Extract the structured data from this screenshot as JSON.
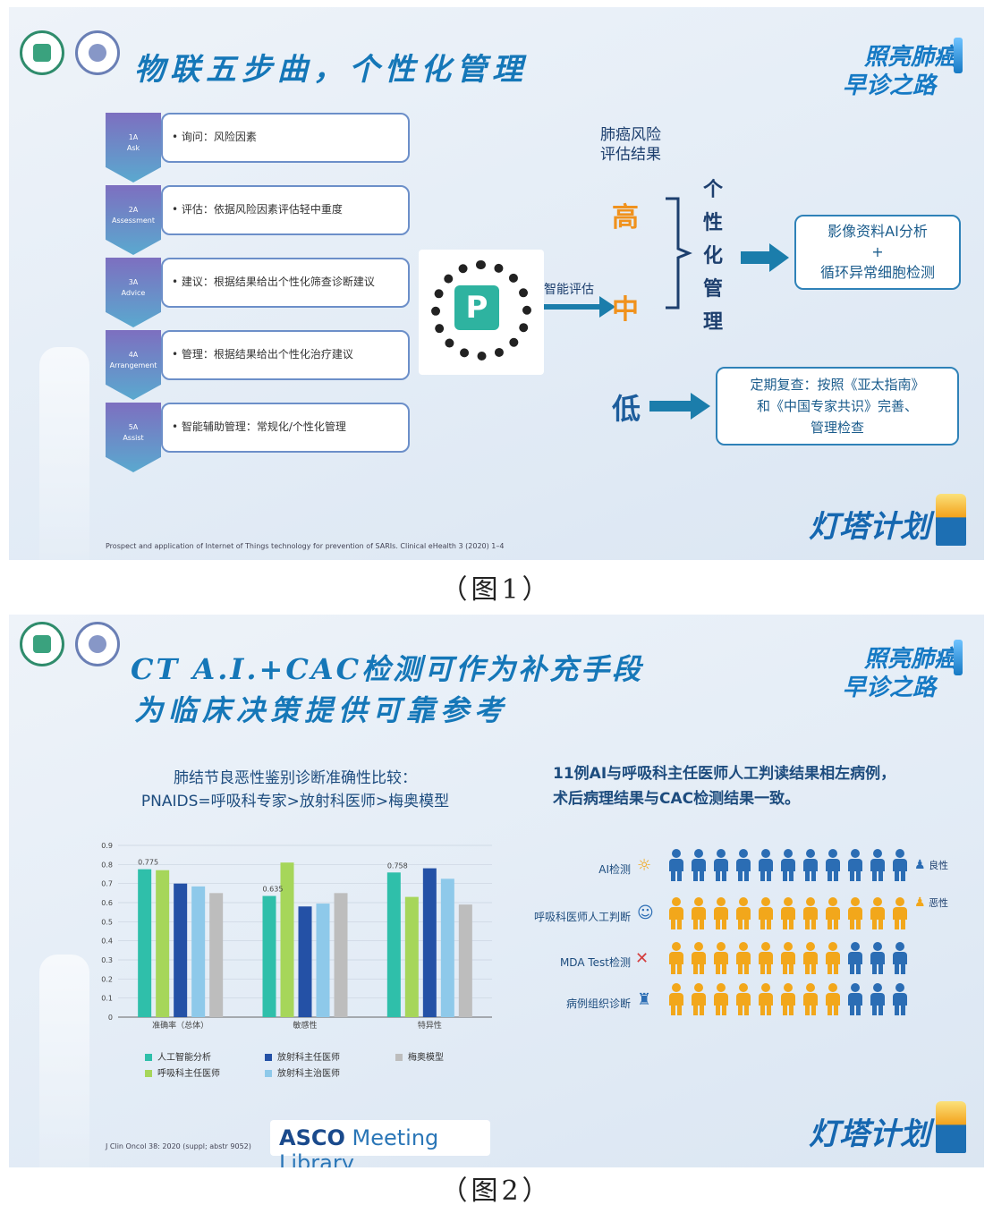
{
  "figure1": {
    "caption": "（图1）",
    "title": "物联五步曲，个性化管理",
    "brand_top_line1": "照亮肺癌",
    "brand_top_line2": "早诊之路",
    "brand_bottom": "灯塔计划",
    "steps": [
      {
        "code": "1A",
        "name": "Ask",
        "text": "• 询问：风险因素"
      },
      {
        "code": "2A",
        "name": "Assessment",
        "text": "• 评估：依据风险因素评估轻中重度"
      },
      {
        "code": "3A",
        "name": "Advice",
        "text": "• 建议：根据结果给出个性化筛查诊断建议"
      },
      {
        "code": "4A",
        "name": "Arrangement",
        "text": "• 管理：根据结果给出个性化治疗建议"
      },
      {
        "code": "5A",
        "name": "Assist",
        "text": "• 智能辅助管理：常规化/个性化管理"
      }
    ],
    "qr_letter": "P",
    "assist_label": "智能评估",
    "risk_header_line1": "肺癌风险",
    "risk_header_line2": "评估结果",
    "risk_high": "高",
    "risk_mid": "中",
    "risk_low": "低",
    "personalized_mgmt": [
      "个",
      "性",
      "化",
      "管",
      "理"
    ],
    "ai_box_line1": "影像资料AI分析",
    "ai_box_plus": "+",
    "ai_box_line2": "循环异常细胞检测",
    "low_box_line1": "定期复查：按照《亚太指南》",
    "low_box_line2": "和《中国专家共识》完善、",
    "low_box_line3": "管理检查",
    "footnote": "Prospect and application of Internet of Things technology for prevention of SARIs. Clinical eHealth 3 (2020) 1–4"
  },
  "figure2": {
    "caption": "（图2）",
    "title_line1": "CT A.I.+CAC检测可作为补充手段",
    "title_line2": "为临床决策提供可靠参考",
    "brand_top_line1": "照亮肺癌",
    "brand_top_line2": "早诊之路",
    "brand_bottom": "灯塔计划",
    "chart_heading_line1": "肺结节良恶性鉴别诊断准确性比较：",
    "chart_heading_line2": "PNAIDS=呼吸科专家>放射科医师>梅奥模型",
    "right_heading_line1": "11例AI与呼吸科主任医师人工判读结果相左病例，",
    "right_heading_line2": "术后病理结果与CAC检测结果一致。",
    "row_labels": [
      "AI检测",
      "呼吸科医师人工判断",
      "MDA Test检测",
      "病例组织诊断"
    ],
    "legend_benign": "良性",
    "legend_malignant": "恶性",
    "asco_text_bold": "ASCO",
    "asco_text": " Meeting Library",
    "footnote": "J Clin Oncol 38: 2020 (suppl; abstr 9052)",
    "people_rows": [
      [
        "b",
        "b",
        "b",
        "b",
        "b",
        "b",
        "b",
        "b",
        "b",
        "b",
        "b"
      ],
      [
        "o",
        "o",
        "o",
        "o",
        "o",
        "o",
        "o",
        "o",
        "o",
        "o",
        "o"
      ],
      [
        "o",
        "o",
        "o",
        "o",
        "o",
        "o",
        "o",
        "o",
        "b",
        "b",
        "b"
      ],
      [
        "o",
        "o",
        "o",
        "o",
        "o",
        "o",
        "o",
        "o",
        "b",
        "b",
        "b"
      ]
    ]
  },
  "chart_data": {
    "type": "bar",
    "categories": [
      "准确率（总体）",
      "敏感性",
      "特异性"
    ],
    "ylim": [
      0,
      0.9
    ],
    "yticks": [
      "0",
      "0.1",
      "0.2",
      "0.3",
      "0.4",
      "0.5",
      "0.6",
      "0.7",
      "0.8",
      "0.9"
    ],
    "group_value_labels": [
      "0.775",
      "0.635",
      "0.758"
    ],
    "series": [
      {
        "name": "人工智能分析",
        "color": "#2fbfaa",
        "values": [
          0.775,
          0.635,
          0.758
        ]
      },
      {
        "name": "呼吸科主任医师",
        "color": "#a6d65a",
        "values": [
          0.77,
          0.81,
          0.63
        ]
      },
      {
        "name": "放射科主任医师",
        "color": "#2451a6",
        "values": [
          0.7,
          0.58,
          0.78
        ]
      },
      {
        "name": "放射科主治医师",
        "color": "#8ec9ea",
        "values": [
          0.685,
          0.595,
          0.725
        ]
      },
      {
        "name": "梅奥模型",
        "color": "#bdbdbd",
        "values": [
          0.65,
          0.65,
          0.59
        ]
      }
    ]
  }
}
